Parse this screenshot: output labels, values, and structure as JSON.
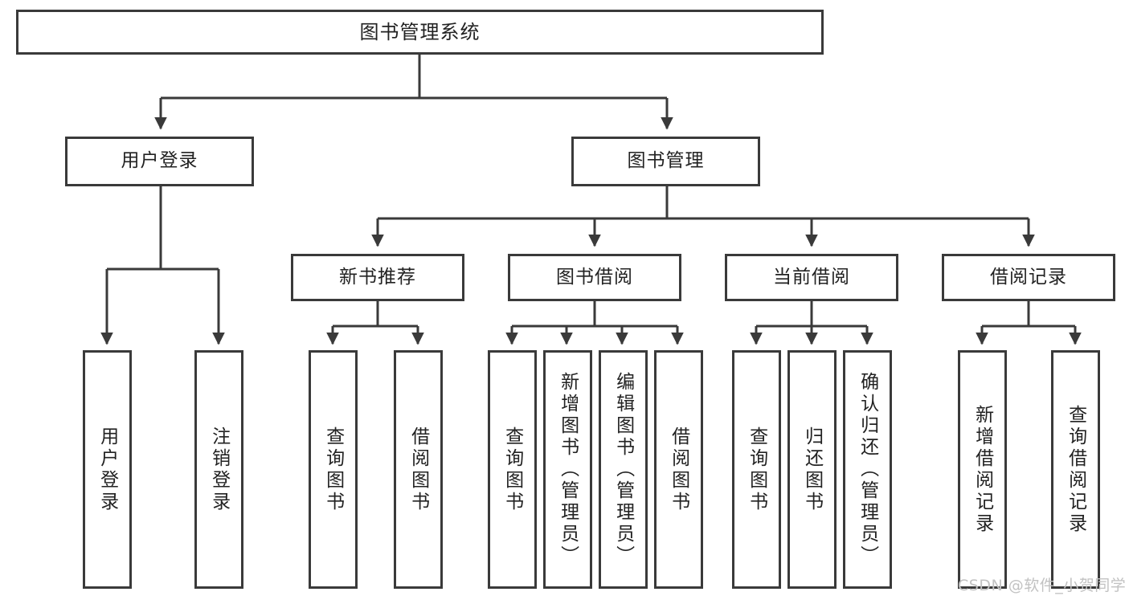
{
  "diagram": {
    "title": "图书管理系统",
    "type": "tree-hierarchy-chart",
    "watermark": "CSDN @软件_小贺同学",
    "colors": {
      "border": "#3a3a3a",
      "connector": "#3a3a3a",
      "background": "#ffffff",
      "text": "#222222",
      "watermark": "#c2c2c2"
    },
    "root": {
      "label": "图书管理系统"
    },
    "level2": [
      {
        "label": "用户登录"
      },
      {
        "label": "图书管理"
      }
    ],
    "level3": [
      {
        "label": "新书推荐"
      },
      {
        "label": "图书借阅"
      },
      {
        "label": "当前借阅"
      },
      {
        "label": "借阅记录"
      }
    ],
    "leaves": {
      "user_login": [
        {
          "label": "用户登录"
        },
        {
          "label": "注销登录"
        }
      ],
      "new_book": [
        {
          "label": "查询图书"
        },
        {
          "label": "借阅图书"
        }
      ],
      "book_borrow": [
        {
          "label": "查询图书"
        },
        {
          "label": "新增图书（管理员）"
        },
        {
          "label": "编辑图书（管理员）"
        },
        {
          "label": "借阅图书"
        }
      ],
      "current_borrow": [
        {
          "label": "查询图书"
        },
        {
          "label": "归还图书"
        },
        {
          "label": "确认归还（管理员）"
        }
      ],
      "borrow_record": [
        {
          "label": "新增借阅记录"
        },
        {
          "label": "查询借阅记录"
        }
      ]
    }
  }
}
